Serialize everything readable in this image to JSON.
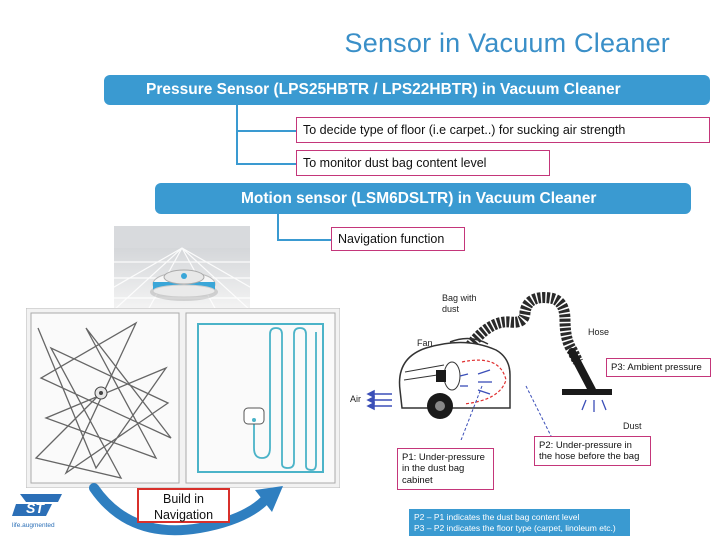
{
  "slide": {
    "title": "Sensor in Vacuum Cleaner",
    "pressure_bar": "Pressure Sensor (LPS25HBTR / LPS22HBTR) in Vacuum Cleaner",
    "pressure_items": [
      "To decide type of floor (i.e carpet..) for sucking air strength",
      "To monitor dust bag content level"
    ],
    "motion_bar": "Motion sensor (LSM6DSLTR) in Vacuum Cleaner",
    "motion_items": [
      "Navigation function"
    ],
    "build_label_line1": "Build in",
    "build_label_line2": "Navigation"
  },
  "diagram": {
    "bag_label_line1": "Bag with",
    "bag_label_line2": "dust",
    "fan_label": "Fan",
    "hose_label": "Hose",
    "air_label": "Air",
    "dust_label": "Dust",
    "p3_note": "P3: Ambient pressure",
    "p1_note_lines": [
      "P1: Under-pressure",
      "in the dust bag",
      "cabinet"
    ],
    "p2_note_lines": [
      "P2: Under-pressure in",
      "the hose before the bag"
    ],
    "legend_lines": [
      "P2 – P1 indicates the dust bag content level",
      "P3 – P2 indicates the floor type (carpet, linoleum etc.)"
    ]
  },
  "logo": {
    "mark": "ST",
    "tagline": "life.augmented"
  },
  "colors": {
    "accent": "#3a9ad1",
    "title": "#3a8fc8",
    "box_border": "#c4367a",
    "build_border": "#d8302b"
  }
}
